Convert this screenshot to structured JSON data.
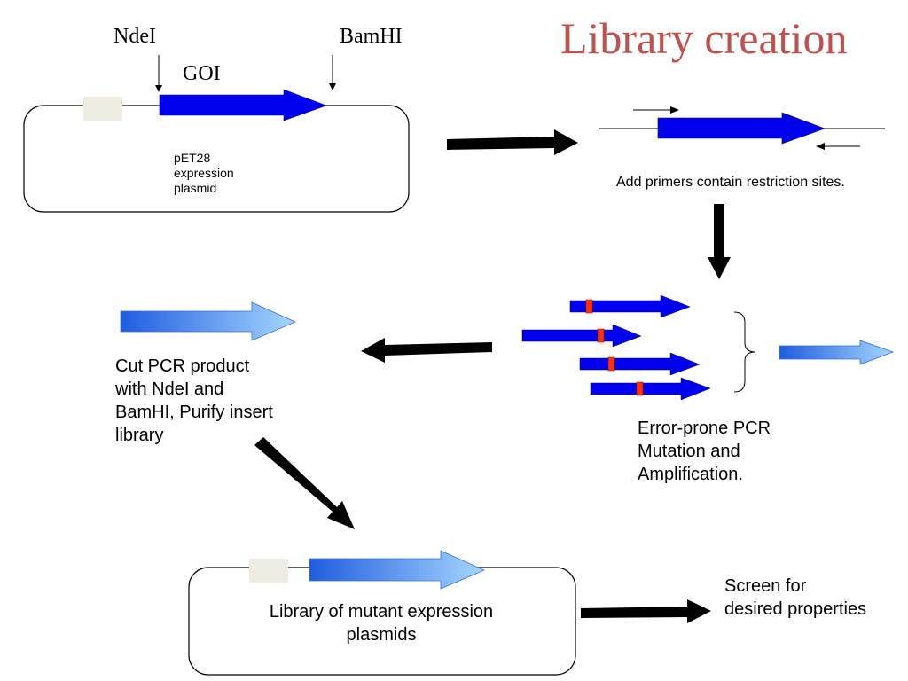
{
  "title": "Library creation",
  "labels": {
    "restriction_site_left": "NdeI",
    "restriction_site_right": "BamHI",
    "gene": "GOI",
    "plasmid": "pET28\nexpression\nplasmid"
  },
  "captions": {
    "primers": "Add primers contain restriction sites.",
    "error_prone_pcr": "Error-prone PCR\nMutation and\nAmplification.",
    "cut_purify": "Cut PCR product\nwith NdeI and\nBamHI, Purify insert\nlibrary",
    "library": "Library of mutant expression\nplasmids",
    "screen": "Screen for\ndesired properties"
  },
  "colors": {
    "title": "#c0504d",
    "gene_arrow": "#0000ee",
    "mutation": "#ff3300",
    "gradient_start": "#1f5de0",
    "gradient_end": "#9fd0ff",
    "promoter_box": "#eeece1"
  }
}
